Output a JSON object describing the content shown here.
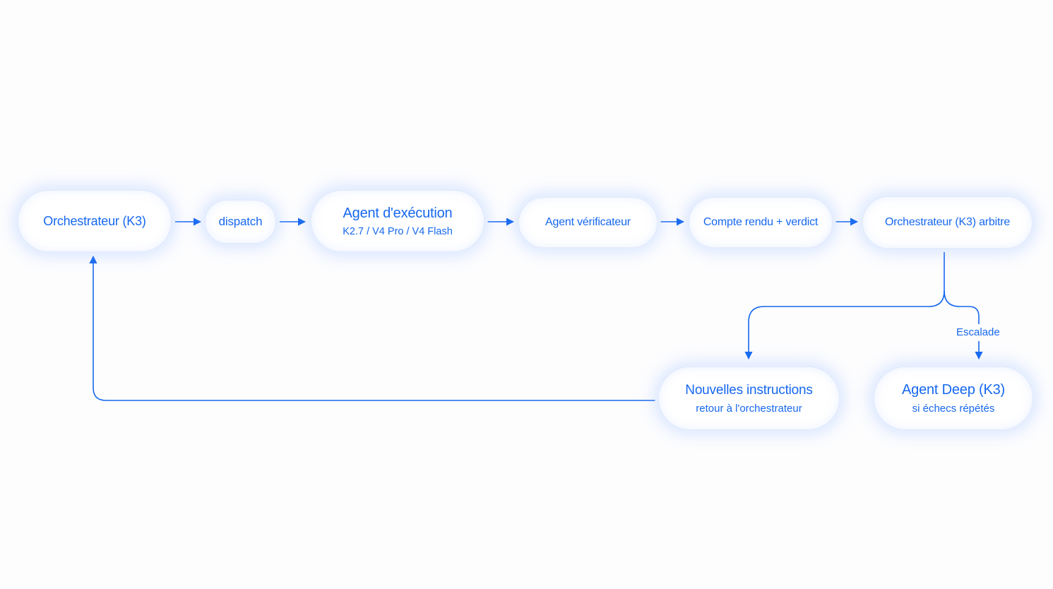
{
  "colors": {
    "accent": "#1668f0",
    "background": "#fdfdfe",
    "node_fill": "#ffffff",
    "node_glow": "#cfe0ff"
  },
  "nodes": {
    "orchestrator": {
      "title": "Orchestrateur (K3)"
    },
    "dispatch": {
      "title": "dispatch"
    },
    "execution_agent": {
      "title": "Agent d'exécution",
      "subtitle": "K2.7 / V4 Pro / V4 Flash"
    },
    "verifier_agent": {
      "title": "Agent vérificateur"
    },
    "report": {
      "title": "Compte rendu + verdict"
    },
    "arbiter": {
      "title": "Orchestrateur (K3) arbitre"
    },
    "new_instructions": {
      "title": "Nouvelles instructions",
      "subtitle": "retour à l'orchestrateur"
    },
    "deep_agent": {
      "title": "Agent Deep (K3)",
      "subtitle": "si échecs répétés"
    }
  },
  "edges": {
    "escalation_label": "Escalade"
  }
}
